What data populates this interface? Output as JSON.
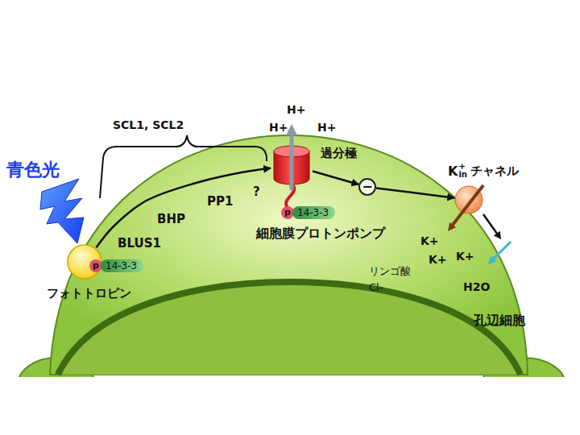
{
  "diagram": {
    "nodes": [
      {
        "text": [
          "孔辺細胞"
        ]
      },
      {
        "text": [
          "フォトトロピン"
        ],
        "in": 0
      },
      {
        "text": [
          "p",
          "14-3-3"
        ],
        "in": 0
      },
      {
        "text": [
          "細胞膜プロトンポンプ"
        ],
        "in": 0
      },
      {
        "text": [
          "p",
          "14-3-3"
        ],
        "in": 0
      },
      {
        "text": [
          "−"
        ],
        "in": 0
      },
      {
        "text": [
          "K",
          "+",
          "in",
          "チャネル"
        ],
        "in": 0
      }
    ],
    "edges": [
      {
        "from": 1,
        "to": 3,
        "arrow": "to"
      },
      {
        "from": 3,
        "to": 5,
        "label": "過分極",
        "arrow": "to"
      },
      {
        "from": 5,
        "to": 6,
        "arrow": "to"
      }
    ],
    "labels": [
      "青色光",
      "SCL1, SCL2",
      "BLUS1",
      "BHP",
      "PP1",
      "?",
      "H+",
      "H+",
      "H+",
      "K+",
      "K+",
      "K+",
      "リンゴ酸",
      "Cl-",
      "H2O"
    ]
  }
}
